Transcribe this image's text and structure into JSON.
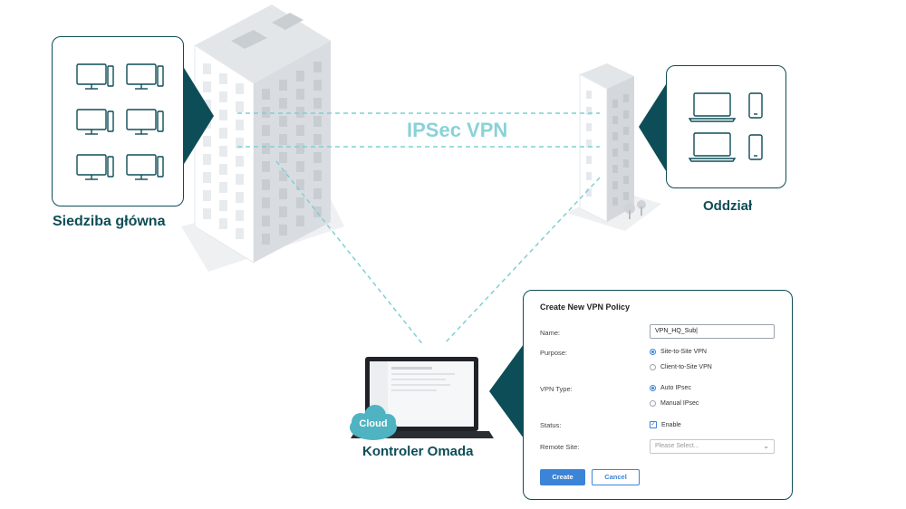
{
  "diagram": {
    "vpn_label": "IPSec VPN",
    "hq_caption": "Siedziba główna",
    "branch_caption": "Oddział",
    "controller_caption": "Kontroler Omada",
    "cloud_label": "Cloud"
  },
  "form": {
    "title": "Create New VPN Policy",
    "name_label": "Name:",
    "name_value": "VPN_HQ_Sub|",
    "purpose_label": "Purpose:",
    "purpose_options": [
      "Site-to-Site VPN",
      "Client-to-Site VPN"
    ],
    "purpose_selected": "Site-to-Site VPN",
    "vpn_type_label": "VPN Type:",
    "vpn_type_options": [
      "Auto IPsec",
      "Manual IPsec"
    ],
    "vpn_type_selected": "Auto IPsec",
    "status_label": "Status:",
    "status_enable_label": "Enable",
    "status_enabled": true,
    "remote_site_label": "Remote Site:",
    "remote_site_placeholder": "Please Select...",
    "create_label": "Create",
    "cancel_label": "Cancel"
  },
  "colors": {
    "dark_teal": "#0d4d57",
    "vpn_line": "#7fcfd6",
    "accent_blue": "#3b84d8"
  }
}
